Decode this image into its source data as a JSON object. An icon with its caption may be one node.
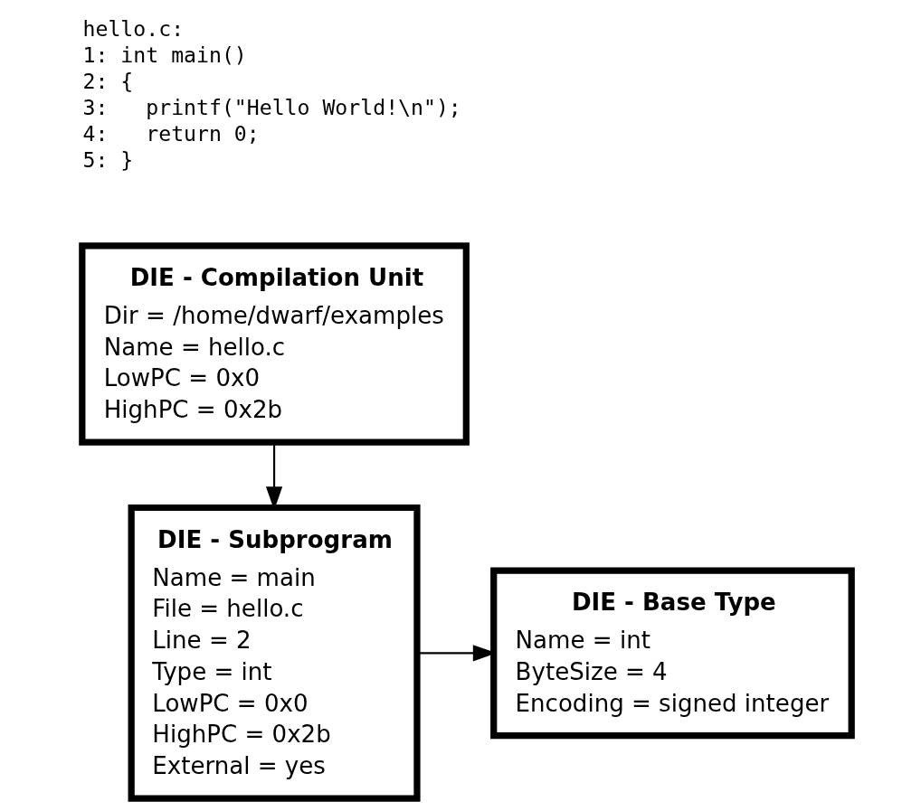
{
  "diagram": {
    "nodes": [
      {
        "text": [
          "DIE - Compilation Unit",
          "Dir = /home/dwarf/examples",
          "Name = hello.c",
          "LowPC = 0x0",
          "HighPC = 0x2b"
        ]
      },
      {
        "text": [
          "DIE - Subprogram",
          "Name = main",
          "File = hello.c",
          "Line = 2",
          "Type = int",
          "LowPC = 0x0",
          "HighPC = 0x2b",
          "External = yes"
        ]
      },
      {
        "text": [
          "DIE - Base Type",
          "Name = int",
          "ByteSize = 4",
          "Encoding = signed integer"
        ]
      }
    ],
    "edges": [
      {
        "from": 0,
        "to": 1,
        "arrow": "to"
      },
      {
        "from": 1,
        "to": 2,
        "arrow": "to"
      }
    ],
    "labels": [
      "hello.c:",
      "1: int main()",
      "2: {",
      "3:   printf(\"Hello World!\\n\");",
      "4:   return 0;",
      "5: }"
    ]
  }
}
